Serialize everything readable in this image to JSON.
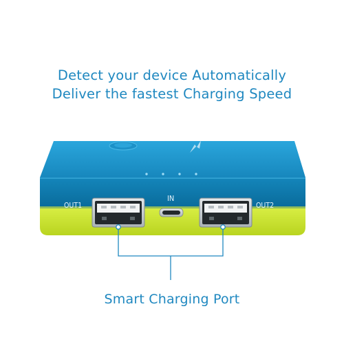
{
  "headline": {
    "line1": "Detect your device Automatically",
    "line2": "Deliver the fastest Charging Speed"
  },
  "device": {
    "ports": {
      "out1": "OUT1",
      "in": "IN",
      "out2": "OUT2"
    },
    "colors": {
      "top_shell": "#1a97cf",
      "front_shell": "#0d78ab",
      "bottom_shell": "#c8e32e",
      "usb_metal": "#cfd5d8"
    },
    "led_count": 4,
    "top_icon": "power-button-icon"
  },
  "caption": "Smart Charging Port",
  "accent_color": "#1f88c0"
}
